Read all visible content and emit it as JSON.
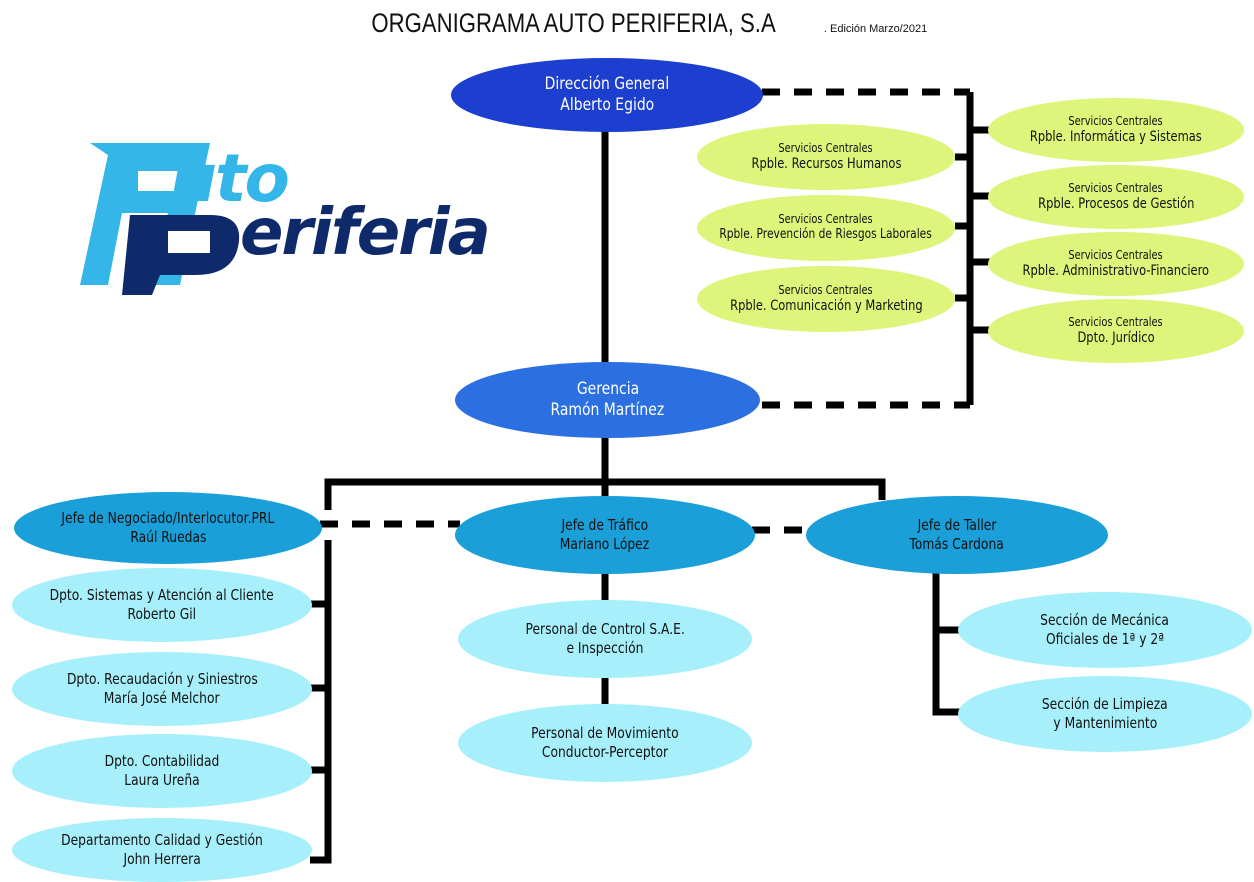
{
  "title": "ORGANIGRAMA AUTO PERIFERIA, S.A",
  "edition": ". Edición Marzo/2021",
  "logo": {
    "line1": "uto",
    "line2": "eriferia",
    "colors": {
      "light": "#35b6e8",
      "dark": "#0e2a6b"
    }
  },
  "direccion": {
    "line1": "Dirección General",
    "line2": "Alberto Egido"
  },
  "gerencia": {
    "line1": "Gerencia",
    "line2": "Ramón Martínez"
  },
  "services_left": [
    {
      "line1": "Servicios Centrales",
      "line2": "Rpble. Recursos Humanos"
    },
    {
      "line1": "Servicios Centrales",
      "line2": "Rpble. Prevención de Riesgos Laborales"
    },
    {
      "line1": "Servicios Centrales",
      "line2": "Rpble. Comunicación y Marketing"
    }
  ],
  "services_right": [
    {
      "line1": "Servicios Centrales",
      "line2": "Rpble. Informática y Sistemas"
    },
    {
      "line1": "Servicios Centrales",
      "line2": "Rpble. Procesos de Gestión"
    },
    {
      "line1": "Servicios Centrales",
      "line2": "Rpble. Administrativo-Financiero"
    },
    {
      "line1": "Servicios Centrales",
      "line2": "Dpto. Jurídico"
    }
  ],
  "jefes": {
    "negociado": {
      "line1": "Jefe de Negociado/Interlocutor.PRL",
      "line2": "Raúl Ruedas"
    },
    "trafico": {
      "line1": "Jefe de Tráfico",
      "line2": "Mariano López"
    },
    "taller": {
      "line1": "Jefe de Taller",
      "line2": "Tomás Cardona"
    }
  },
  "left_depts": [
    {
      "line1": "Dpto. Sistemas y Atención al Cliente",
      "line2": "Roberto Gil"
    },
    {
      "line1": "Dpto. Recaudación y Siniestros",
      "line2": "María José Melchor"
    },
    {
      "line1": "Dpto. Contabilidad",
      "line2": "Laura Ureña"
    },
    {
      "line1": "Departamento Calidad y Gestión",
      "line2": "John Herrera"
    }
  ],
  "center_depts": [
    {
      "line1": "Personal de Control S.A.E.",
      "line2": "e Inspección"
    },
    {
      "line1": "Personal de Movimiento",
      "line2": "Conductor-Perceptor"
    }
  ],
  "right_depts": [
    {
      "line1": "Sección de Mecánica",
      "line2": "Oficiales de 1ª y 2ª"
    },
    {
      "line1": "Sección de Limpieza",
      "line2": "y Mantenimiento"
    }
  ],
  "colors": {
    "direccion": "#1c3fcf",
    "gerencia": "#2b6fe0",
    "jefe": "#1a9fd8",
    "dept": "#a7f0fb",
    "services": "#dcf57a",
    "connector": "#000000"
  }
}
